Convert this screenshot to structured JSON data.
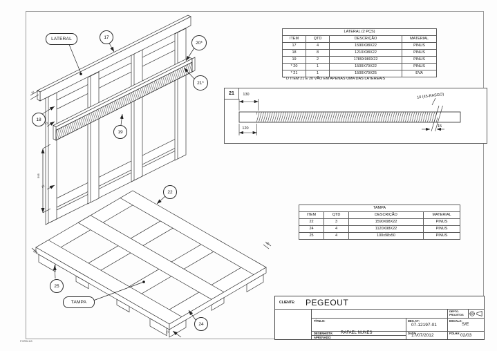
{
  "sheet": {
    "form_label": "FORM A3"
  },
  "lateral_view": {
    "name_label": "LATERAL",
    "balloon_17": "17",
    "balloon_18": "18",
    "balloon_19": "19",
    "balloon_20": "20*",
    "balloon_21": "21*",
    "dim_top": "14",
    "dim_slat": "22",
    "dim_height": "595",
    "dim_bottom": "22"
  },
  "lateral_table": {
    "title": "LATERAL (2 PÇS)",
    "headers": [
      "ITEM",
      "QTD",
      "DESCRIÇÃO",
      "MATERIAL"
    ],
    "rows": [
      [
        "17",
        "4",
        "1590X98X22",
        "PINUS"
      ],
      [
        "18",
        "8",
        "1210X98X22",
        "PINUS"
      ],
      [
        "19",
        "2",
        "1789X980X22",
        "PINUS"
      ],
      [
        "* 20",
        "1",
        "1500X70X22",
        "PINUS"
      ],
      [
        "* 21",
        "1",
        "1500X70X25",
        "EVA"
      ]
    ],
    "footnote": "* O ITEM 21 E 20  VÃO EM APENAS UMA DAS LATEREAIS"
  },
  "detail_view": {
    "label": "21",
    "dim_130": "130",
    "dim_120": "120",
    "dim_rasgo": "10 (45-RASGO)",
    "dim_15": "15"
  },
  "tampa_table": {
    "title": "TAMPA",
    "headers": [
      "ITEM",
      "QTD",
      "DESCRIÇÃO",
      "MATERIAL"
    ],
    "rows": [
      [
        "22",
        "3",
        "1590X98X22",
        "PINUS"
      ],
      [
        "24",
        "4",
        "1120X98X22",
        "PINUS"
      ],
      [
        "25",
        "4",
        "100x98x50",
        "PINUS"
      ]
    ]
  },
  "tampa_view": {
    "name_label": "TAMPA",
    "balloon_22": "22",
    "balloon_24": "24",
    "balloon_25": "25",
    "dim_left": "50",
    "dim_right": "22",
    "dim_bottom": "22"
  },
  "title_block": {
    "cliente_label": "CLIENTE:",
    "cliente_value": "PEGEOUT",
    "depto_label": "DEPTO.",
    "depto_value": "PROJETOS",
    "titulo_label": "TÍTULO:",
    "des_label": "DES. Nº:",
    "des_value": "07-12197-01",
    "escala_label": "ESCALA:",
    "escala_value": "S/E",
    "desenhista_label": "DESENHISTA:",
    "desenhista_value": "RAFAEL NUNES",
    "aprovado_label": "APROVADO:",
    "data_label": "DATA:",
    "data_value": "17/07/2012",
    "folha_label": "FOLHA:",
    "folha_value": "02/03"
  }
}
